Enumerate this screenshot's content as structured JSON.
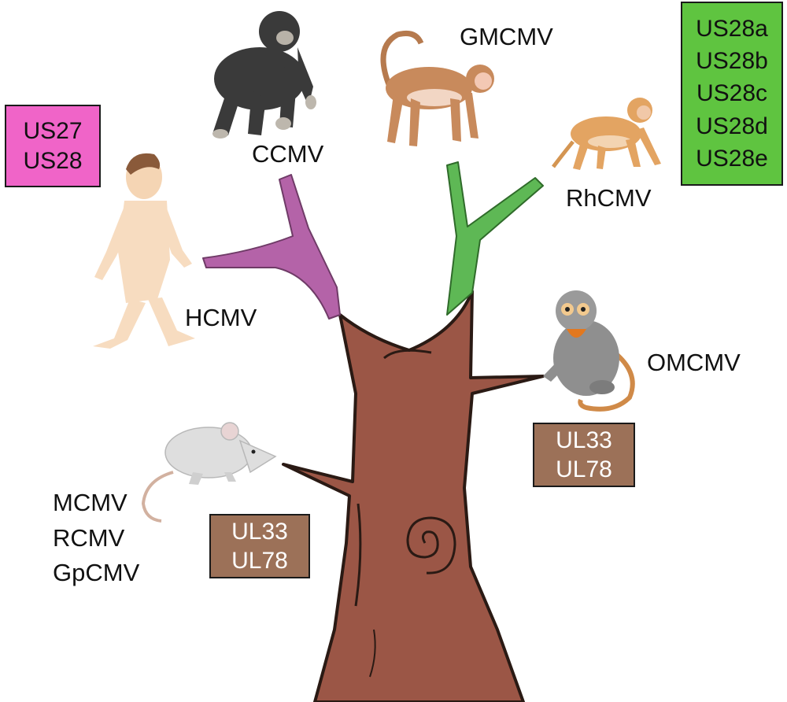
{
  "virus_labels": {
    "ccmv": "CCMV",
    "gmcmv": "GMCMV",
    "rhcmv": "RhCMV",
    "hcmv": "HCMV",
    "omcmv": "OMCMV",
    "rodent": [
      "MCMV",
      "RCMV",
      "GpCMV"
    ]
  },
  "gene_boxes": {
    "hcmv": {
      "genes": [
        "US27",
        "US28"
      ],
      "color": "#f064c8"
    },
    "rhcmv": {
      "genes": [
        "US28a",
        "US28b",
        "US28c",
        "US28d",
        "US28e"
      ],
      "color": "#5fc440"
    },
    "omcmv": {
      "genes": [
        "UL33",
        "UL78"
      ],
      "color": "#9c7158"
    },
    "mcmv": {
      "genes": [
        "UL33",
        "UL78"
      ],
      "color": "#9c7158"
    }
  },
  "colors": {
    "trunk": "#9b5646",
    "trunk_outline": "#2a1a14",
    "branch_human_chimp": "#b463a8",
    "branch_monkey": "#5eb855"
  },
  "illustrations": [
    "chimpanzee-drawing",
    "green-monkey-drawing",
    "rhesus-macaque-drawing",
    "human-drawing",
    "owl-monkey-drawing",
    "rodent-drawing"
  ]
}
